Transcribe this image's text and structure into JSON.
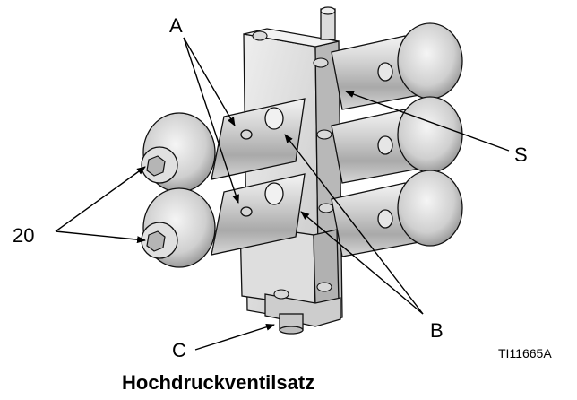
{
  "callouts": {
    "a": "A",
    "s": "S",
    "n20": "20",
    "b": "B",
    "c": "C"
  },
  "figure_id": "TI11665A",
  "caption": "Hochdruckventilsatz"
}
